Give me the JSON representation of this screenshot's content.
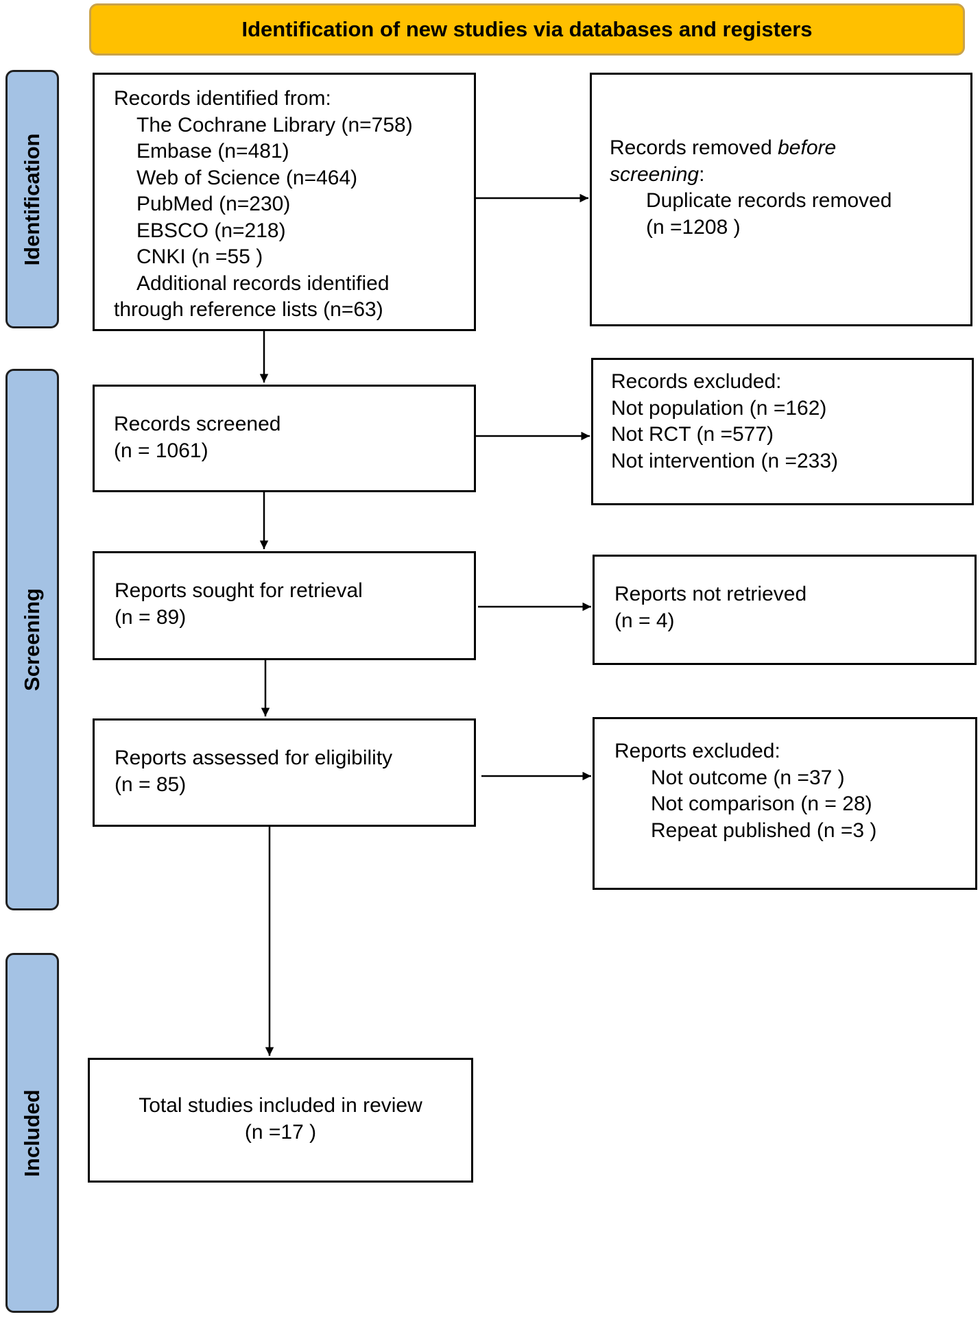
{
  "header": {
    "title": "Identification of new studies via databases and registers"
  },
  "phases": {
    "identification": "Identification",
    "screening": "Screening",
    "included": "Included"
  },
  "identified": {
    "heading": "Records identified from:",
    "sources": [
      "The Cochrane Library (n=758)",
      "Embase (n=481)",
      "Web of Science (n=464)",
      "PubMed (n=230)",
      "EBSCO (n=218)",
      "CNKI (n =55 )"
    ],
    "additional_line1": "Additional records identified",
    "additional_line2": "through reference lists (n=63)"
  },
  "removed": {
    "prefix": "Records removed ",
    "italic1": "before",
    "italic2": "screening",
    "colon": ":",
    "line2": "Duplicate records removed",
    "line3": "(n =1208 )"
  },
  "screened": {
    "line1": "Records screened",
    "line2": "(n = 1061)"
  },
  "excluded_records": {
    "heading": "Records excluded:",
    "items": [
      "Not population (n =162)",
      "Not RCT (n =577)",
      "Not intervention (n =233)"
    ]
  },
  "sought": {
    "line1": "Reports sought for retrieval",
    "line2": "(n = 89)"
  },
  "not_retrieved": {
    "line1": "Reports not retrieved",
    "line2": "(n = 4)"
  },
  "assessed": {
    "line1": "Reports assessed for eligibility",
    "line2": "(n = 85)"
  },
  "reports_excluded": {
    "heading": "Reports excluded:",
    "items": [
      "Not outcome (n =37 )",
      "Not comparison (n = 28)",
      "Repeat published (n =3 )"
    ]
  },
  "included_box": {
    "line1": "Total studies included in review",
    "line2": "(n =17 )"
  }
}
